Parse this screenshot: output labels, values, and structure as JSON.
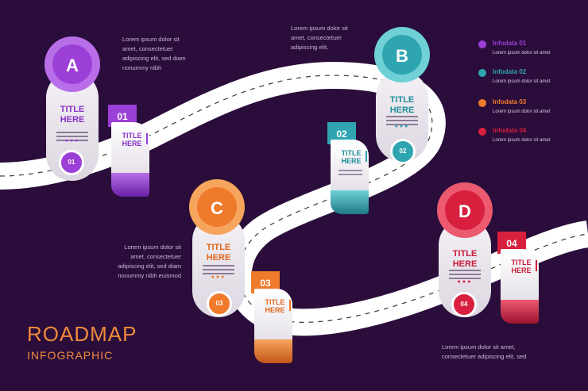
{
  "legend": [
    {
      "title": "Infodata 01",
      "text": "Lorem ipsum dolor sit amet",
      "color": "#9b3fd6"
    },
    {
      "title": "Infodata 02",
      "text": "Lorem ipsum dolor sit amet",
      "color": "#2ea5b0"
    },
    {
      "title": "Infodata 03",
      "text": "Lorem ipsum dolor sit amet",
      "color": "#f07a2c"
    },
    {
      "title": "Infodata 04",
      "text": "Lorem ipsum dolor sit amet",
      "color": "#d8203e"
    }
  ],
  "notes": {
    "top_left": "Lorem ipsum dolor sit\namet, consectetuer\nadipiscing elit, sed diam\nnonummy nibh",
    "top_center": "Lorem ipsum dolor sit\namet, consectetuer\nadipiscing elit,",
    "middle_left": "Lorem ipsum dolor sit\namet, consectetuer\nadipiscing elit, sed diam\nnonummy nibh euismod",
    "bottom_right": "Lorem ipsum dolor sit amet,\nconsectetuer adipiscing elit, sed"
  },
  "title": {
    "main": "ROADMAP",
    "sub": "INFOGRAPHIC"
  },
  "milestones": [
    {
      "letter": "A",
      "title_line1": "TITLE",
      "title_line2": "HERE",
      "badge": "01",
      "color": "#9b3fd6",
      "dark": "#6a1fa8"
    },
    {
      "letter": "B",
      "title_line1": "TITLE",
      "title_line2": "HERE",
      "badge": "02",
      "color": "#2ea5b0",
      "dark": "#1d7a86"
    },
    {
      "letter": "C",
      "title_line1": "TITLE",
      "title_line2": "HERE",
      "badge": "03",
      "color": "#f07a2c",
      "dark": "#c2551a"
    },
    {
      "letter": "D",
      "title_line1": "TITLE",
      "title_line2": "HERE",
      "badge": "04",
      "color": "#d8203e",
      "dark": "#9e1230"
    }
  ],
  "banners": [
    {
      "num": "01",
      "title_line1": "TITLE",
      "title_line2": "HERE",
      "color": "#9b3fd6"
    },
    {
      "num": "02",
      "title_line1": "TITLE",
      "title_line2": "HERE",
      "color": "#2ea5b0"
    },
    {
      "num": "03",
      "title_line1": "TITLE",
      "title_line2": "HERE",
      "color": "#f07a2c"
    },
    {
      "num": "04",
      "title_line1": "TITLE",
      "title_line2": "HERE",
      "color": "#d8203e"
    }
  ]
}
